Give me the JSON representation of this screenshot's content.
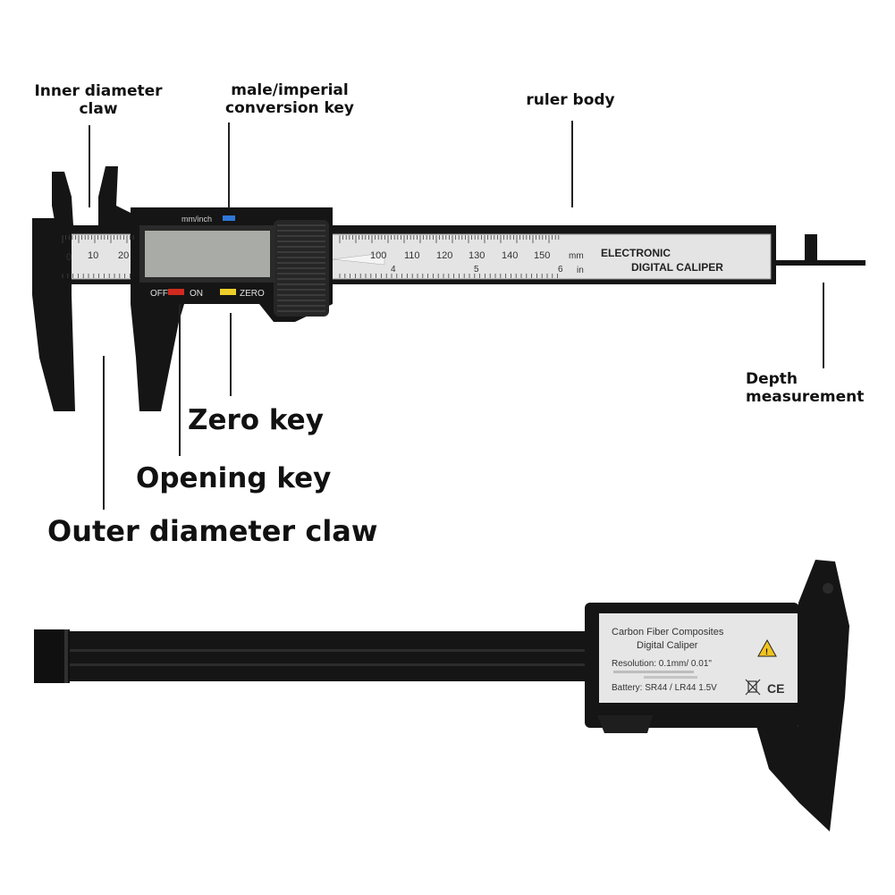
{
  "callouts": {
    "inner_claw": "Inner diameter claw",
    "conversion_key": "male/imperial conversion key",
    "ruler_body": "ruler body",
    "depth": "Depth measurement",
    "zero_key": "Zero key",
    "opening_key": "Opening key",
    "outer_claw": "Outer diameter claw"
  },
  "caliper": {
    "unit_button": "mm/inch",
    "off_label": "OFF",
    "on_label": "ON",
    "zero_label": "ZERO",
    "mm_unit": "mm",
    "in_unit": "in",
    "brand_line1": "ELECTRONIC",
    "brand_line2": "DIGITAL CALIPER",
    "mm_ticks": [
      "0",
      "10",
      "20",
      "100",
      "110",
      "120",
      "130",
      "140",
      "150"
    ],
    "inch_ticks": [
      "4",
      "5",
      "6"
    ]
  },
  "back_label": {
    "line1": "Carbon Fiber Composites",
    "line2": "Digital Caliper",
    "resolution": "Resolution: 0.1mm/ 0.01\"",
    "battery": "Battery: SR44 / LR44 1.5V",
    "ce_mark": "CE"
  },
  "colors": {
    "body": "#151515",
    "scale": "#e4e4e4",
    "lcd": "#a9aca6",
    "off_button": "#d02a20",
    "zero_button": "#efce2a",
    "unit_button": "#2f77d6"
  }
}
